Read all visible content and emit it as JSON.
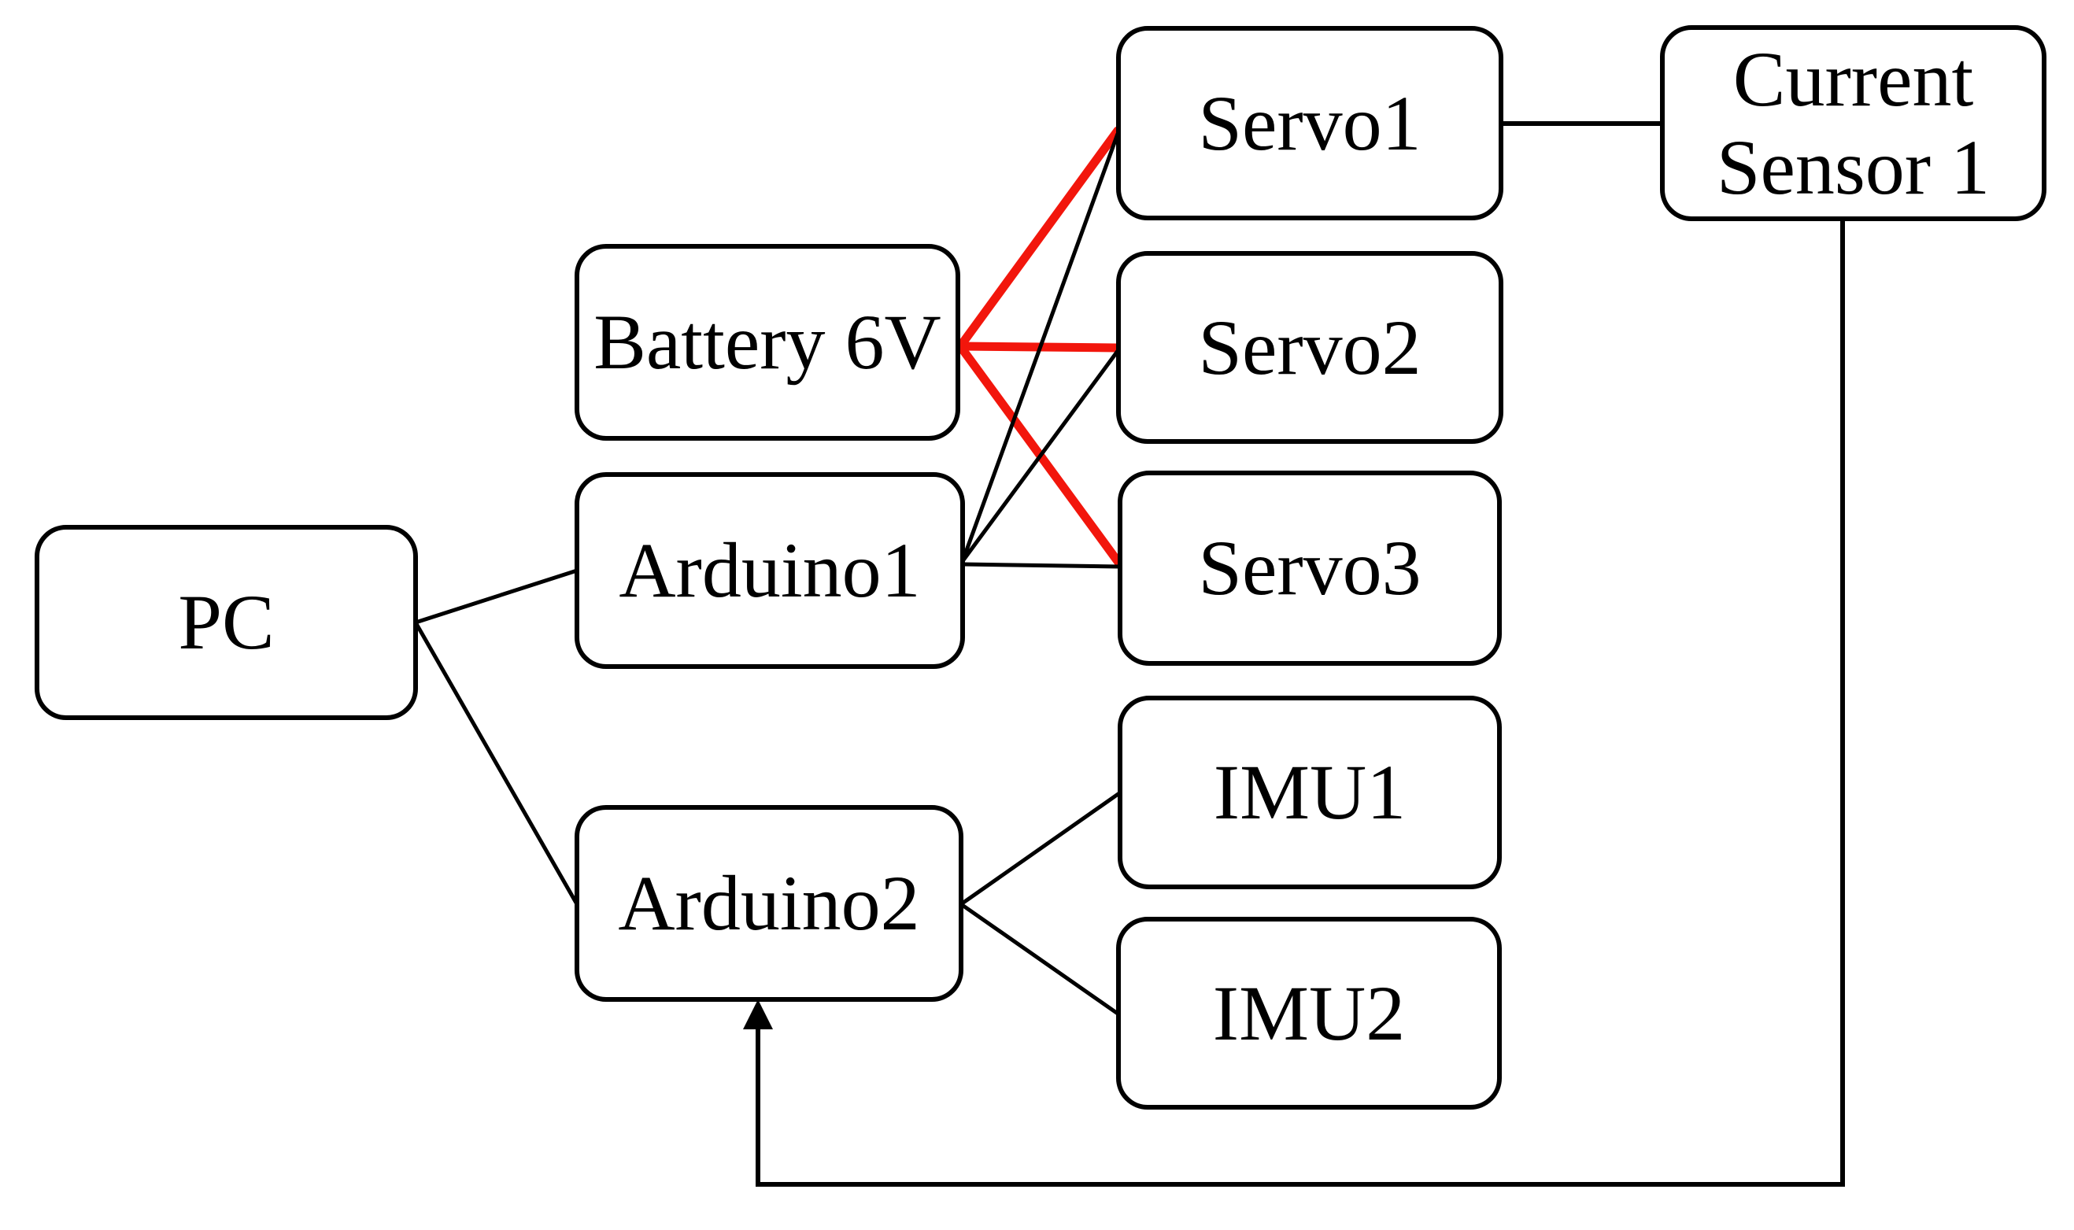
{
  "colors": {
    "background": "#ffffff",
    "text": "#000000",
    "node_border": "#000000",
    "node_fill": "#ffffff",
    "wire_black": "#000000",
    "wire_red": "#f2160c"
  },
  "diagram": {
    "nodes": [
      {
        "id": "pc",
        "label": "PC"
      },
      {
        "id": "battery",
        "label": "Battery 6V"
      },
      {
        "id": "arduino1",
        "label": "Arduino1"
      },
      {
        "id": "arduino2",
        "label": "Arduino2"
      },
      {
        "id": "servo1",
        "label": "Servo1"
      },
      {
        "id": "servo2",
        "label": "Servo2"
      },
      {
        "id": "servo3",
        "label": "Servo3"
      },
      {
        "id": "imu1",
        "label": "IMU1"
      },
      {
        "id": "imu2",
        "label": "IMU2"
      },
      {
        "id": "current_sensor",
        "label": "Current\nSensor 1"
      }
    ],
    "edges": [
      {
        "from": "pc",
        "to": "arduino1",
        "color": "black",
        "arrow": false
      },
      {
        "from": "pc",
        "to": "arduino2",
        "color": "black",
        "arrow": false
      },
      {
        "from": "battery",
        "to": "servo1",
        "color": "red",
        "arrow": false
      },
      {
        "from": "battery",
        "to": "servo2",
        "color": "red",
        "arrow": false
      },
      {
        "from": "battery",
        "to": "servo3",
        "color": "red",
        "arrow": false
      },
      {
        "from": "arduino1",
        "to": "servo1",
        "color": "black",
        "arrow": false
      },
      {
        "from": "arduino1",
        "to": "servo2",
        "color": "black",
        "arrow": false
      },
      {
        "from": "arduino1",
        "to": "servo3",
        "color": "black",
        "arrow": false
      },
      {
        "from": "arduino2",
        "to": "imu1",
        "color": "black",
        "arrow": false
      },
      {
        "from": "arduino2",
        "to": "imu2",
        "color": "black",
        "arrow": false
      },
      {
        "from": "servo1",
        "to": "current_sensor",
        "color": "black",
        "arrow": false
      },
      {
        "from": "current_sensor",
        "to": "arduino2",
        "color": "black",
        "arrow": true
      }
    ]
  }
}
